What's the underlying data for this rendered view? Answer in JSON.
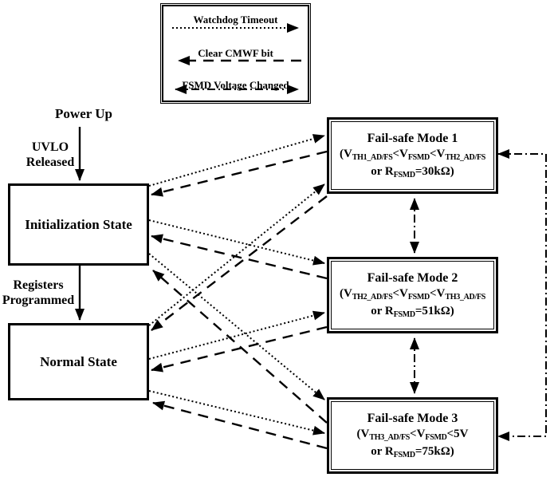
{
  "legend": {
    "items": [
      {
        "label": "Watchdog Timeout",
        "line_style": "dotted",
        "direction": "right"
      },
      {
        "label": "Clear CMWF bit",
        "line_style": "dashed",
        "direction": "left"
      },
      {
        "label": "FSMD Voltage Changed",
        "line_style": "dash-dot",
        "direction": "both"
      }
    ]
  },
  "flow_labels": {
    "power_up": "Power Up",
    "uvlo": [
      "UVLO",
      "Released"
    ],
    "registers": [
      "Registers",
      "Programmed"
    ]
  },
  "states": {
    "initialization": "Initialization State",
    "normal": "Normal State"
  },
  "modes": [
    {
      "title": "Fail-safe Mode 1",
      "f1": [
        "(V",
        "TH1_AD/FS",
        "<V",
        "FSMD",
        "<V",
        "TH2_AD/FS"
      ],
      "f2": [
        "or R",
        "FSMD",
        "=30kΩ)"
      ]
    },
    {
      "title": "Fail-safe Mode 2",
      "f1": [
        "(V",
        "TH2_AD/FS",
        "<V",
        "FSMD",
        "<V",
        "TH3_AD/FS"
      ],
      "f2": [
        "or R",
        "FSMD",
        "=51kΩ)"
      ]
    },
    {
      "title": "Fail-safe Mode 3",
      "f1": [
        "(V",
        "TH3_AD/FS",
        "<V",
        "FSMD",
        "<5V"
      ],
      "f2": [
        "or R",
        "FSMD",
        "=75kΩ)"
      ]
    }
  ],
  "colors": {
    "stroke": "#000000",
    "background": "#ffffff"
  }
}
